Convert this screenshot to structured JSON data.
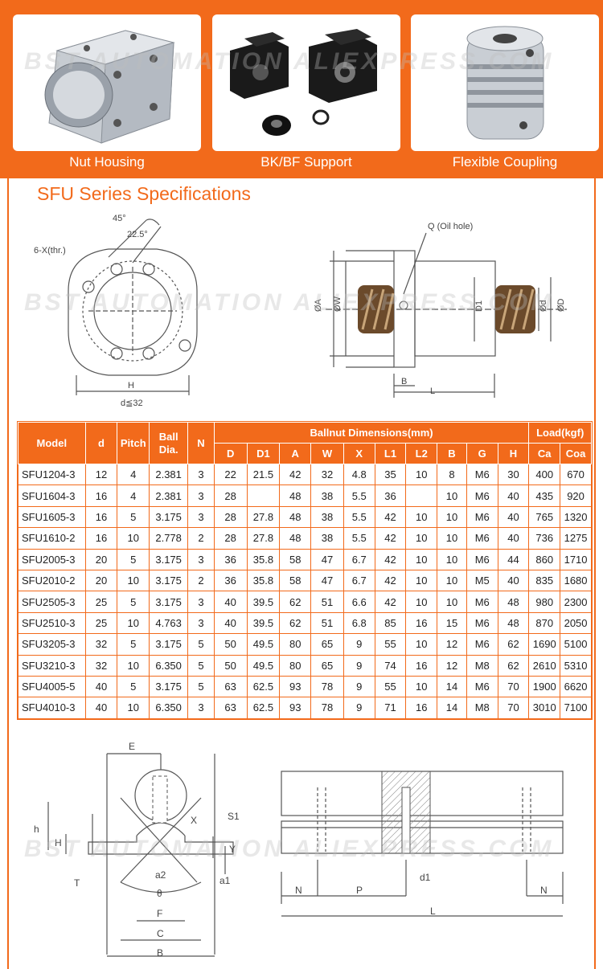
{
  "products": [
    {
      "label": "Nut Housing"
    },
    {
      "label": "BK/BF Support"
    },
    {
      "label": "Flexible Coupling"
    }
  ],
  "section_title": "SFU Series Specifications",
  "watermark": "BST AUTOMATION ALIEXPRESS.COM",
  "drawing1": {
    "angle1": "45°",
    "angle2": "22.5°",
    "holes": "6-X(thr.)",
    "h_label": "H",
    "d_label": "d≦32"
  },
  "drawing2": {
    "oil_hole": "Q (Oil hole)",
    "phiA": "ØA",
    "phiW": "ØW",
    "D1": "D1",
    "phid": "Ød",
    "phiD": "ØD",
    "B": "B",
    "L": "L"
  },
  "table": {
    "headers": {
      "model": "Model",
      "d": "d",
      "pitch": "Pitch",
      "ball": "Ball\nDia.",
      "n": "N",
      "group_dims": "Ballnut Dimensions(mm)",
      "group_load": "Load(kgf)",
      "dims": [
        "D",
        "D1",
        "A",
        "W",
        "X",
        "L1",
        "L2",
        "B",
        "G",
        "H"
      ],
      "load": [
        "Ca",
        "Coa"
      ]
    },
    "rows": [
      [
        "SFU1204-3",
        "12",
        "4",
        "2.381",
        "3",
        "22",
        "21.5",
        "42",
        "32",
        "4.8",
        "35",
        "10",
        "8",
        "M6",
        "30",
        "400",
        "670"
      ],
      [
        "SFU1604-3",
        "16",
        "4",
        "2.381",
        "3",
        "28",
        "",
        "48",
        "38",
        "5.5",
        "36",
        "",
        "10",
        "M6",
        "40",
        "435",
        "920"
      ],
      [
        "SFU1605-3",
        "16",
        "5",
        "3.175",
        "3",
        "28",
        "27.8",
        "48",
        "38",
        "5.5",
        "42",
        "10",
        "10",
        "M6",
        "40",
        "765",
        "1320"
      ],
      [
        "SFU1610-2",
        "16",
        "10",
        "2.778",
        "2",
        "28",
        "27.8",
        "48",
        "38",
        "5.5",
        "42",
        "10",
        "10",
        "M6",
        "40",
        "736",
        "1275"
      ],
      [
        "SFU2005-3",
        "20",
        "5",
        "3.175",
        "3",
        "36",
        "35.8",
        "58",
        "47",
        "6.7",
        "42",
        "10",
        "10",
        "M6",
        "44",
        "860",
        "1710"
      ],
      [
        "SFU2010-2",
        "20",
        "10",
        "3.175",
        "2",
        "36",
        "35.8",
        "58",
        "47",
        "6.7",
        "42",
        "10",
        "10",
        "M5",
        "40",
        "835",
        "1680"
      ],
      [
        "SFU2505-3",
        "25",
        "5",
        "3.175",
        "3",
        "40",
        "39.5",
        "62",
        "51",
        "6.6",
        "42",
        "10",
        "10",
        "M6",
        "48",
        "980",
        "2300"
      ],
      [
        "SFU2510-3",
        "25",
        "10",
        "4.763",
        "3",
        "40",
        "39.5",
        "62",
        "51",
        "6.8",
        "85",
        "16",
        "15",
        "M6",
        "48",
        "870",
        "2050"
      ],
      [
        "SFU3205-3",
        "32",
        "5",
        "3.175",
        "5",
        "50",
        "49.5",
        "80",
        "65",
        "9",
        "55",
        "10",
        "12",
        "M6",
        "62",
        "1690",
        "5100"
      ],
      [
        "SFU3210-3",
        "32",
        "10",
        "6.350",
        "5",
        "50",
        "49.5",
        "80",
        "65",
        "9",
        "74",
        "16",
        "12",
        "M8",
        "62",
        "2610",
        "5310"
      ],
      [
        "SFU4005-5",
        "40",
        "5",
        "3.175",
        "5",
        "63",
        "62.5",
        "93",
        "78",
        "9",
        "55",
        "10",
        "14",
        "M6",
        "70",
        "1900",
        "6620"
      ],
      [
        "SFU4010-3",
        "40",
        "10",
        "6.350",
        "3",
        "63",
        "62.5",
        "93",
        "78",
        "9",
        "71",
        "16",
        "14",
        "M8",
        "70",
        "3010",
        "7100"
      ]
    ]
  },
  "drawing3": {
    "E": "E",
    "h": "h",
    "H": "H",
    "T": "T",
    "X": "X",
    "S1": "S1",
    "Y": "Y",
    "a1": "a1",
    "a2": "a2",
    "theta": "θ",
    "F": "F",
    "C": "C",
    "B": "B"
  },
  "drawing4": {
    "N_left": "N",
    "P": "P",
    "d1": "d1",
    "N_right": "N",
    "L": "L"
  }
}
